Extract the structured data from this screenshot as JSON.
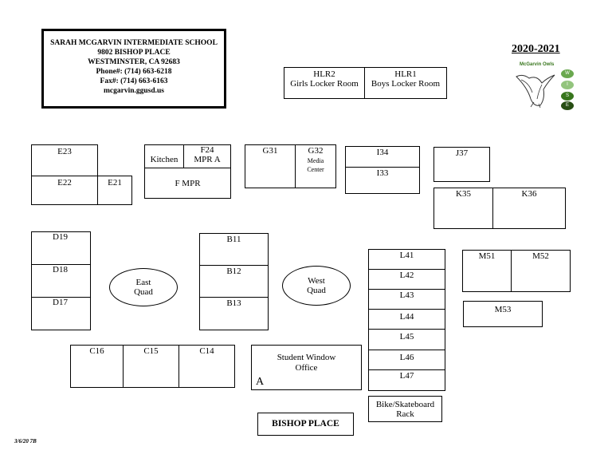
{
  "header": {
    "school_name": "SARAH MCGARVIN INTERMEDIATE SCHOOL",
    "address": "9802 BISHOP PLACE",
    "city": "WESTMINSTER, CA  92683",
    "phone": "Phone#: (714) 663-6218",
    "fax": "Fax#: (714) 663-6163",
    "website": "mcgarvin.ggusd.us"
  },
  "year": "2020-2021",
  "logo": {
    "text": "McGarvin Owls",
    "letters": [
      "W",
      "I",
      "S",
      "E"
    ],
    "colors": [
      "#6aa84f",
      "#38761d",
      "#93c47d",
      "#274e13"
    ]
  },
  "rooms": {
    "hlr2": "HLR2",
    "hlr2_sub": "Girls Locker Room",
    "hlr1": "HLR1",
    "hlr1_sub": "Boys Locker Room",
    "e23": "E23",
    "e22": "E22",
    "e21": "E21",
    "kitchen": "Kitchen",
    "f24": "F24",
    "mpr_a": "MPR A",
    "f_mpr": "F MPR",
    "g31": "G31",
    "g32": "G32",
    "g32_sub1": "Media",
    "g32_sub2": "Center",
    "i34": "I34",
    "i33": "I33",
    "j37": "J37",
    "k35": "K35",
    "k36": "K36",
    "d19": "D19",
    "d18": "D18",
    "d17": "D17",
    "b11": "B11",
    "b12": "B12",
    "b13": "B13",
    "l41": "L41",
    "l42": "L42",
    "l43": "L43",
    "l44": "L44",
    "l45": "L45",
    "l46": "L46",
    "l47": "L47",
    "m51": "M51",
    "m52": "M52",
    "m53": "M53",
    "c16": "C16",
    "c15": "C15",
    "c14": "C14",
    "office_1": "Student Window",
    "office_2": "Office",
    "office_a": "A",
    "bike_1": "Bike/Skateboard",
    "bike_2": "Rack"
  },
  "quads": {
    "east_1": "East",
    "east_2": "Quad",
    "west_1": "West",
    "west_2": "Quad"
  },
  "street": "BISHOP PLACE",
  "date_stamp": "3/6/20 7B"
}
